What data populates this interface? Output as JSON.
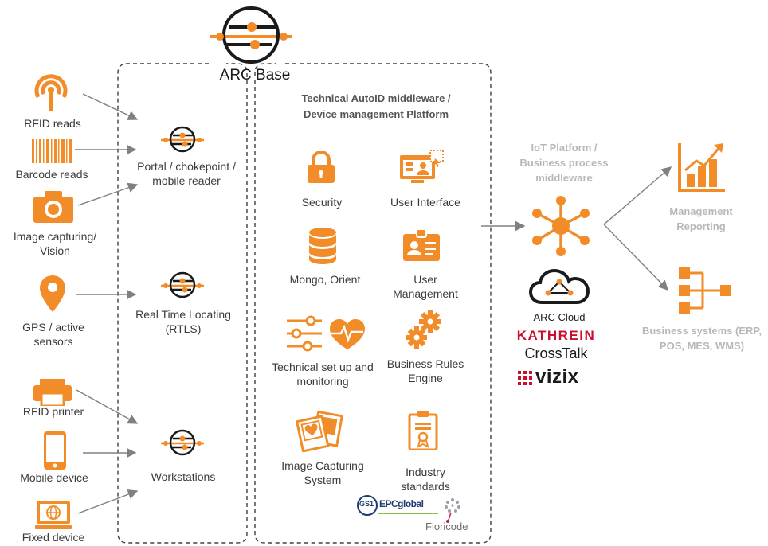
{
  "colors": {
    "accent": "#f28c28",
    "line": "#808080",
    "dash": "#404040",
    "muted": "#b8b8b8",
    "brand_red": "#c8102e"
  },
  "arc_base": {
    "title": "ARC Base",
    "logo_icon": "arc-base-node-icon"
  },
  "sources": [
    {
      "label": "RFID reads",
      "icon": "rfid-antenna-icon"
    },
    {
      "label": "Barcode reads",
      "icon": "barcode-icon"
    },
    {
      "label": "Image capturing/ Vision",
      "icon": "camera-icon"
    },
    {
      "label": "GPS / active sensors",
      "icon": "map-pin-icon"
    },
    {
      "label": "RFID printer",
      "icon": "printer-icon"
    },
    {
      "label": "Mobile device",
      "icon": "mobile-icon"
    },
    {
      "label": "Fixed device",
      "icon": "desktop-globe-icon"
    }
  ],
  "nodes": [
    {
      "label": "Portal / chokepoint / mobile reader"
    },
    {
      "label": "Real Time Locating (RTLS)"
    },
    {
      "label": "Workstations"
    }
  ],
  "middleware": {
    "title": "Technical AutoID middleware / Device management Platform",
    "modules": [
      {
        "label": "Security",
        "icon": "lock-icon"
      },
      {
        "label": "User Interface",
        "icon": "user-interface-icon"
      },
      {
        "label": "Mongo, Orient",
        "icon": "database-icon"
      },
      {
        "label": "User Management",
        "icon": "id-card-icon"
      },
      {
        "label": "Technical set up and monitoring",
        "icon": "sliders-heart-icon"
      },
      {
        "label": "Business Rules Engine",
        "icon": "gears-icon"
      },
      {
        "label": "Image Capturing System",
        "icon": "photos-icon"
      },
      {
        "label": "Industry standards",
        "icon": "certificate-icon"
      }
    ],
    "standards_logos": [
      "GS1",
      "EPCglobal",
      "Floricode"
    ]
  },
  "iot": {
    "title": "IoT Platform / Business process middleware",
    "icon": "hub-network-icon",
    "cloud_label": "ARC Cloud",
    "vendors": [
      "KATHREIN",
      "CrossTalk",
      "vizix"
    ]
  },
  "outputs": [
    {
      "label": "Management Reporting",
      "icon": "bar-chart-icon"
    },
    {
      "label": "Business systems (ERP, POS, MES, WMS)",
      "icon": "hierarchy-icon"
    }
  ]
}
